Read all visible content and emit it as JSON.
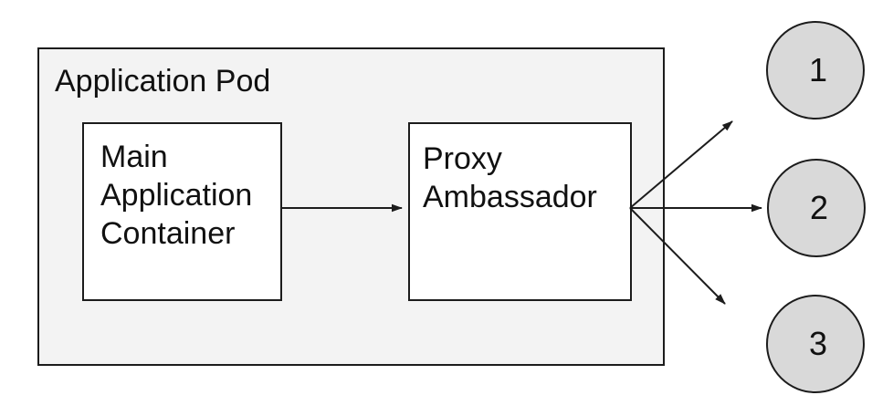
{
  "diagram": {
    "pod": {
      "label": "Application Pod"
    },
    "main_box": {
      "lines": [
        "Main",
        "Application",
        "Container"
      ]
    },
    "proxy_box": {
      "lines": [
        "Proxy",
        "Ambassador"
      ]
    },
    "endpoints": [
      {
        "label": "1"
      },
      {
        "label": "2"
      },
      {
        "label": "3"
      }
    ],
    "connections": [
      "main-application-container -> proxy-ambassador",
      "proxy-ambassador -> endpoint-1",
      "proxy-ambassador -> endpoint-2",
      "proxy-ambassador -> endpoint-3"
    ]
  },
  "colors": {
    "canvas-bg": "#ffffff",
    "pod-fill": "#f3f3f3",
    "node-fill": "#ffffff",
    "endpoint-fill": "#d9d9d9",
    "stroke": "#1c1c1c",
    "text": "#111111"
  }
}
